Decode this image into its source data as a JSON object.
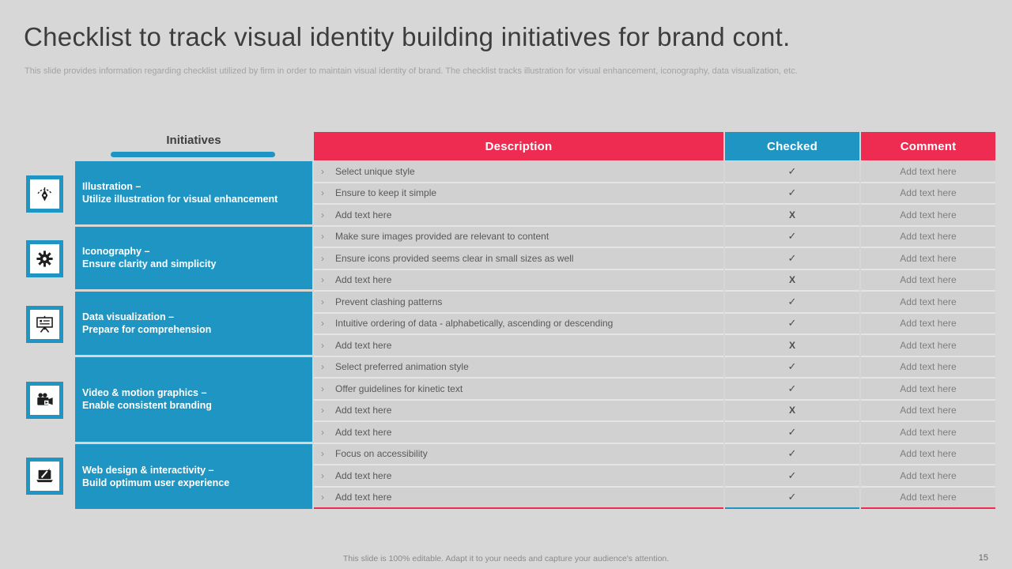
{
  "slide": {
    "title": "Checklist to track visual identity building initiatives for brand cont.",
    "subtitle": "This slide provides information regarding checklist utilized by firm in order to maintain visual identity of brand. The checklist tracks illustration for visual enhancement, iconography, data visualization, etc.",
    "footer_note": "This slide is 100% editable. Adapt it to your needs and capture your audience's attention.",
    "page_number": "15"
  },
  "colors": {
    "teal": "#1f95c3",
    "red": "#ee2c51",
    "page_bg": "#d7d7d7",
    "cell_bg": "#d1d1d1",
    "cell_separator": "#e5e5e5",
    "body_text": "#595959",
    "muted_text": "#7e7e7e"
  },
  "table": {
    "initiatives_label": "Initiatives",
    "bullet": "›",
    "headers": {
      "description": "Description",
      "checked": "Checked",
      "comment": "Comment"
    },
    "groups": [
      {
        "icon": "pen-tool-icon",
        "title": "Illustration –",
        "subtitle": "Utilize illustration for visual enhancement",
        "rows": [
          {
            "description": "Select unique style",
            "checked": "✓",
            "comment": "Add text here"
          },
          {
            "description": "Ensure to keep it simple",
            "checked": "✓",
            "comment": "Add text here"
          },
          {
            "description": "Add text here",
            "checked": "X",
            "comment": "Add text here"
          }
        ]
      },
      {
        "icon": "gear-icon",
        "title": "Iconography –",
        "subtitle": "Ensure clarity and simplicity",
        "rows": [
          {
            "description": "Make sure images provided are relevant to content",
            "checked": "✓",
            "comment": "Add text here"
          },
          {
            "description": "Ensure icons provided seems clear in small sizes as well",
            "checked": "✓",
            "comment": "Add text here"
          },
          {
            "description": "Add text here",
            "checked": "X",
            "comment": "Add text here"
          }
        ]
      },
      {
        "icon": "presentation-icon",
        "title": "Data visualization –",
        "subtitle": "Prepare for comprehension",
        "rows": [
          {
            "description": "Prevent clashing patterns",
            "checked": "✓",
            "comment": "Add text here"
          },
          {
            "description": "Intuitive ordering of data - alphabetically, ascending or descending",
            "checked": "✓",
            "comment": "Add text here"
          },
          {
            "description": "Add text here",
            "checked": "X",
            "comment": "Add text here"
          }
        ]
      },
      {
        "icon": "video-camera-icon",
        "title": "Video & motion graphics –",
        "subtitle": "Enable consistent branding",
        "rows": [
          {
            "description": "Select preferred animation style",
            "checked": "✓",
            "comment": "Add text here"
          },
          {
            "description": "Offer guidelines for kinetic text",
            "checked": "✓",
            "comment": "Add text here"
          },
          {
            "description": "Add text here",
            "checked": "X",
            "comment": "Add text here"
          },
          {
            "description": "Add text here",
            "checked": "✓",
            "comment": "Add text here"
          }
        ]
      },
      {
        "icon": "laptop-pen-icon",
        "title": "Web design & interactivity –",
        "subtitle": "Build optimum user experience",
        "rows": [
          {
            "description": "Focus on accessibility",
            "checked": "✓",
            "comment": "Add text here"
          },
          {
            "description": "Add text here",
            "checked": "✓",
            "comment": "Add text here"
          },
          {
            "description": "Add text here",
            "checked": "✓",
            "comment": "Add text here"
          }
        ]
      }
    ]
  }
}
